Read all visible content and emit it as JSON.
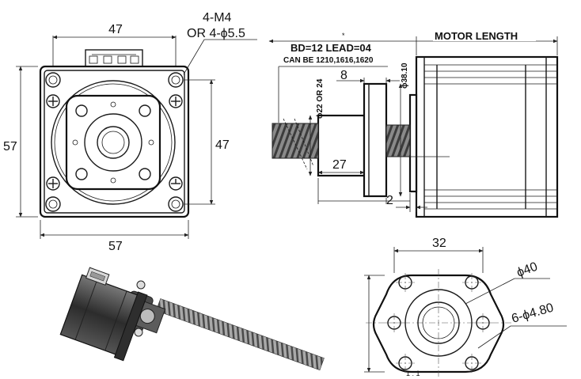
{
  "front_view": {
    "dim_top": "47",
    "dim_left": "57",
    "dim_right": "47",
    "dim_bottom": "57",
    "hole_note_line1": "4-M4",
    "hole_note_line2": "OR 4-ϕ5.5"
  },
  "side_view": {
    "motor_length_label": "MOTOR LENGTH",
    "screw_spec": "BD=12 LEAD=04",
    "screw_alternatives": "CAN BE 1210,1616,1620",
    "dim_8": "8",
    "dim_phi38": "ϕ38.10",
    "dim_phi22": "ϕ22 OR 24",
    "dim_27": "27",
    "dim_2": "2"
  },
  "nut_view": {
    "dim_32": "32",
    "dim_phi40": "ϕ40",
    "dim_holes": "6-ϕ4.80",
    "scale": "1 : 1"
  },
  "colors": {
    "line": "#1a1a1a",
    "background": "#ffffff",
    "motor_body": "#3a3a3a",
    "screw": "#6b6b6b"
  }
}
